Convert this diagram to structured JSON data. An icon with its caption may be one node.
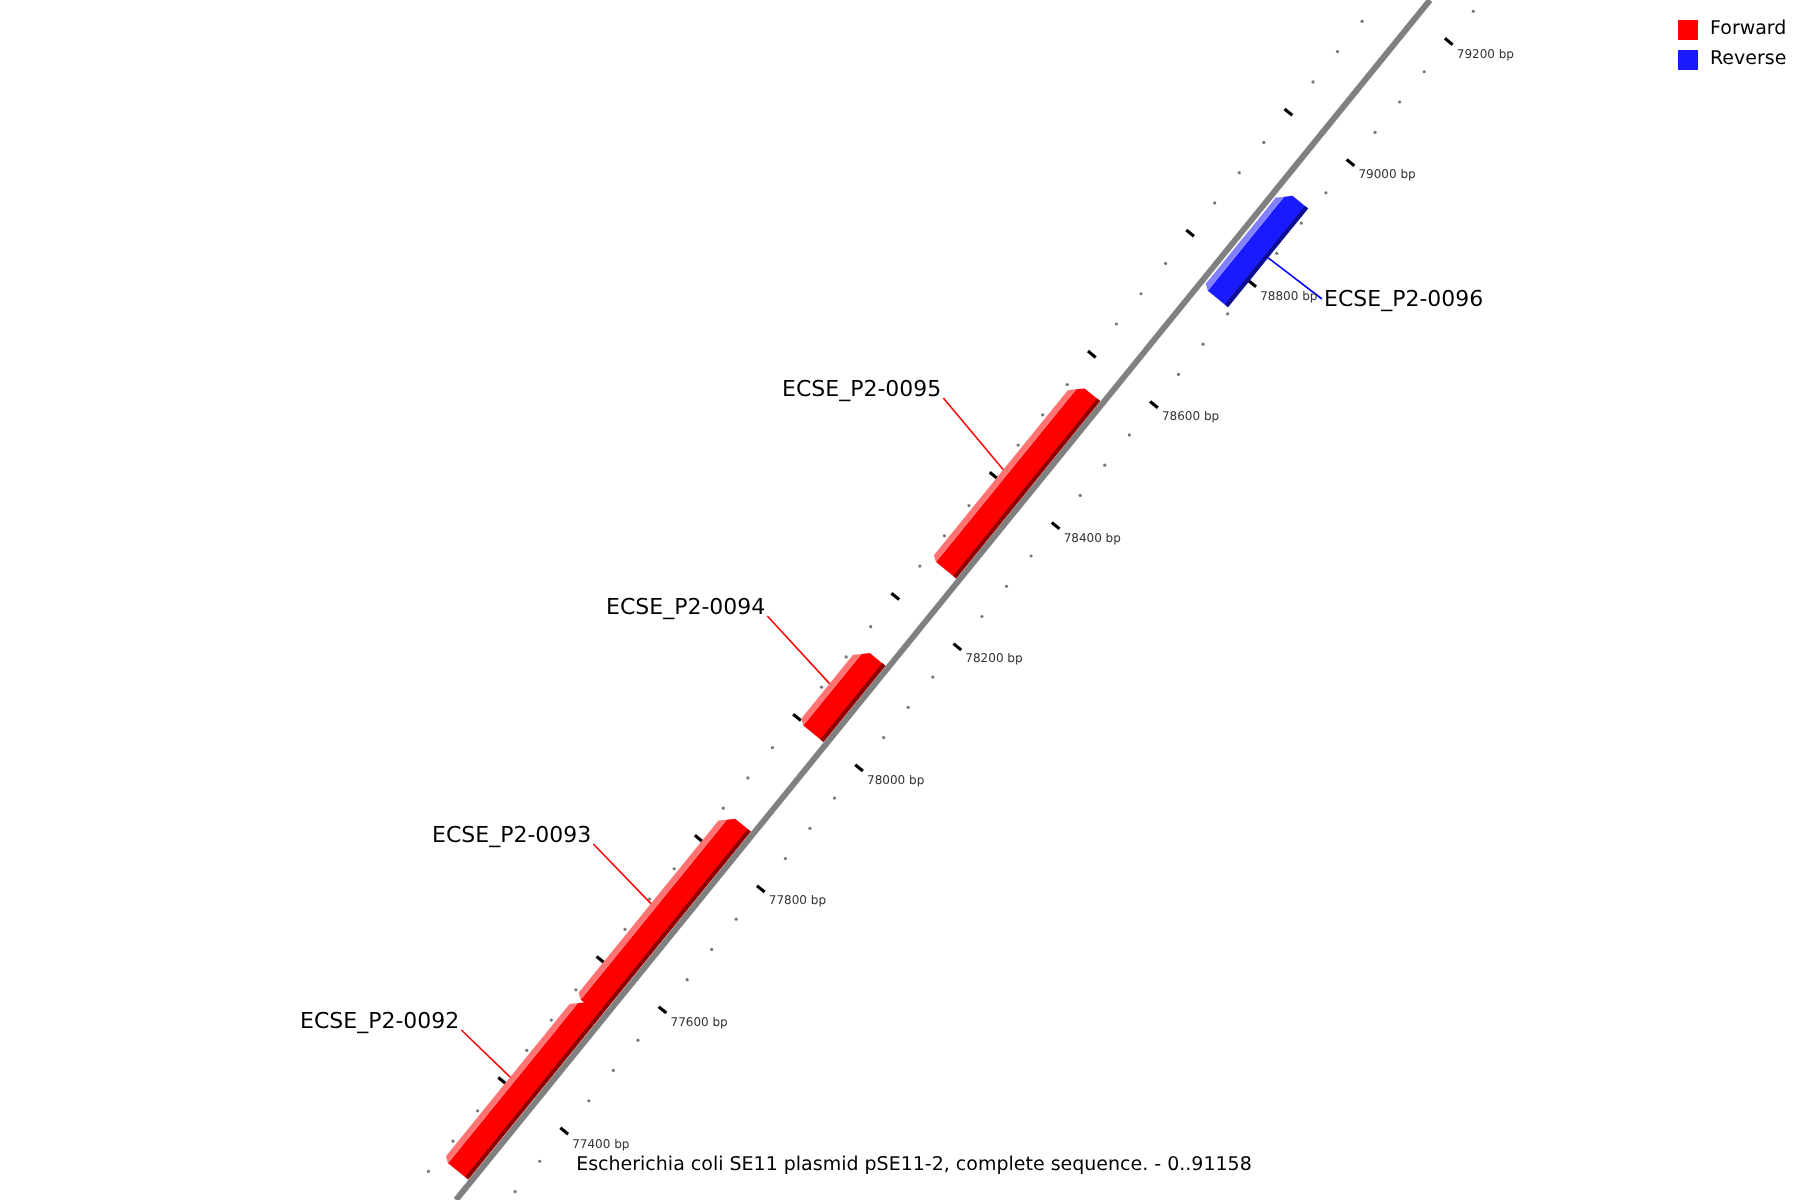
{
  "diagram": {
    "caption": "Escherichia coli SE11 plasmid pSE11-2, complete sequence. - 0..91158",
    "nodes": [
      {
        "text": [
          "ECSE_P2-0096"
        ]
      },
      {
        "text": [
          "ECSE_P2-0095"
        ]
      },
      {
        "text": [
          "ECSE_P2-0094"
        ]
      },
      {
        "text": [
          "ECSE_P2-0093"
        ]
      },
      {
        "text": [
          "ECSE_P2-0092"
        ]
      },
      {
        "text": [],
        "shape": "bar"
      },
      {
        "text": [],
        "shape": "bar"
      },
      {
        "text": [],
        "shape": "bar"
      },
      {
        "text": [],
        "shape": "bar"
      },
      {
        "text": [],
        "shape": "bar"
      }
    ],
    "edges": [
      {
        "from": 0,
        "to": 9,
        "arrow": "none",
        "color": "#0000ff"
      },
      {
        "from": 1,
        "to": 8,
        "arrow": "none"
      },
      {
        "from": 2,
        "to": 7,
        "arrow": "none"
      },
      {
        "from": 3,
        "to": 6,
        "arrow": "none"
      },
      {
        "from": 4,
        "to": 5,
        "arrow": "none"
      }
    ],
    "labels": [
      "79200 bp",
      "79000 bp",
      "78800 bp",
      "78600 bp",
      "78400 bp",
      "78200 bp",
      "78000 bp",
      "77800 bp",
      "77600 bp",
      "77400 bp"
    ],
    "legend": [
      {
        "text": "Forward",
        "color": "#ff0000"
      },
      {
        "text": "Reverse",
        "color": "#1a1aff"
      }
    ]
  }
}
